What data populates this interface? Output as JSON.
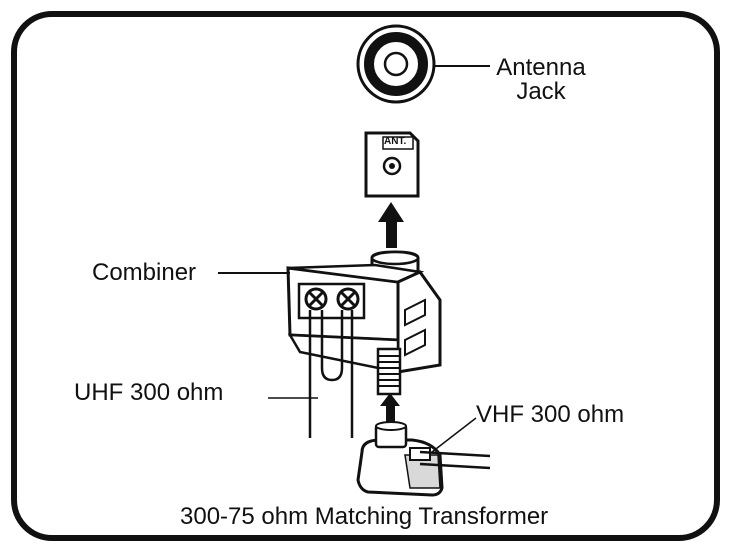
{
  "labels": {
    "antenna_jack_line1": "Antenna",
    "antenna_jack_line2": "Jack",
    "ant_plate": "ANT.",
    "combiner": "Combiner",
    "uhf": "UHF 300 ohm",
    "vhf": "VHF 300 ohm",
    "transformer": "300-75 ohm Matching Transformer"
  },
  "colors": {
    "stroke": "#111111",
    "background": "#ffffff",
    "shade": "#d9d9d9"
  }
}
